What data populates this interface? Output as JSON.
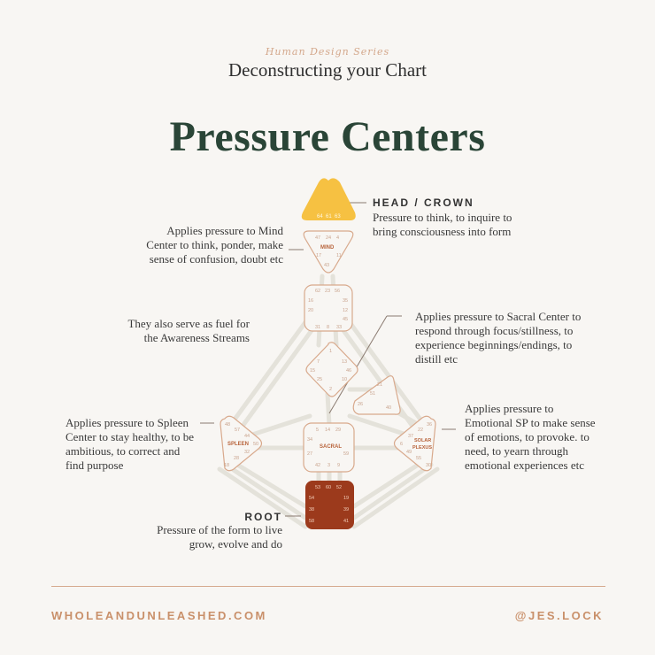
{
  "header": {
    "series": "Human Design Series",
    "subtitle": "Deconstructing your Chart",
    "title": "Pressure Centers"
  },
  "annotations": {
    "head_heading": "HEAD / CROWN",
    "head_desc": [
      "Pressure to think, to inquire to",
      "bring consciousness into form"
    ],
    "mind_desc": [
      "Applies pressure to Mind",
      "Center to think, ponder, make",
      "sense of confusion, doubt etc"
    ],
    "fuel_desc": [
      "They also serve as fuel for",
      "the Awareness Streams"
    ],
    "sacral_desc": [
      "Applies pressure to Sacral Center to",
      "respond through focus/stillness, to",
      "experience beginnings/endings, to",
      "distill etc"
    ],
    "spleen_desc": [
      "Applies pressure to Spleen",
      "Center to stay healthy, to be",
      "ambitious, to correct and",
      "find purpose"
    ],
    "solar_desc": [
      "Applies pressure to",
      "Emotional SP to make sense",
      "of emotions, to provoke. to",
      "need, to yearn through",
      "emotional experiences etc"
    ],
    "root_heading": "ROOT",
    "root_desc": [
      "Pressure of the form to live",
      "grow, evolve and do"
    ]
  },
  "centers": {
    "head": {
      "gates": [
        "64",
        "61",
        "63"
      ]
    },
    "mind": {
      "label": "MIND",
      "gates": [
        "47",
        "24",
        "4",
        "17",
        "11",
        "43"
      ]
    },
    "throat": {
      "gates": [
        "62",
        "23",
        "56",
        "16",
        "35",
        "12",
        "20",
        "45",
        "31",
        "8",
        "33"
      ]
    },
    "g": {
      "gates": [
        "1",
        "7",
        "13",
        "15",
        "46",
        "2",
        "10",
        "25"
      ]
    },
    "ego": {
      "gates": [
        "21",
        "51",
        "26",
        "40"
      ]
    },
    "spleen": {
      "label": "SPLEEN",
      "gates": [
        "48",
        "57",
        "44",
        "50",
        "32",
        "28",
        "18"
      ]
    },
    "sacral": {
      "label": "SACRAL",
      "gates": [
        "5",
        "14",
        "29",
        "34",
        "27",
        "59",
        "42",
        "3",
        "9"
      ]
    },
    "solar": {
      "label": "SOLAR PLEXUS",
      "gates": [
        "36",
        "22",
        "37",
        "6",
        "49",
        "55",
        "30"
      ]
    },
    "root": {
      "gates": [
        "53",
        "60",
        "52",
        "54",
        "19",
        "38",
        "39",
        "58",
        "41"
      ]
    }
  },
  "footer": {
    "website": "WHOLEANDUNLEASHED.COM",
    "handle": "@JES.LOCK"
  },
  "colors": {
    "head_fill": "#f6c142",
    "root_fill": "#9c3a1c",
    "outline": "#d8a98c",
    "title": "#2a4537",
    "accent": "#c9906a"
  }
}
